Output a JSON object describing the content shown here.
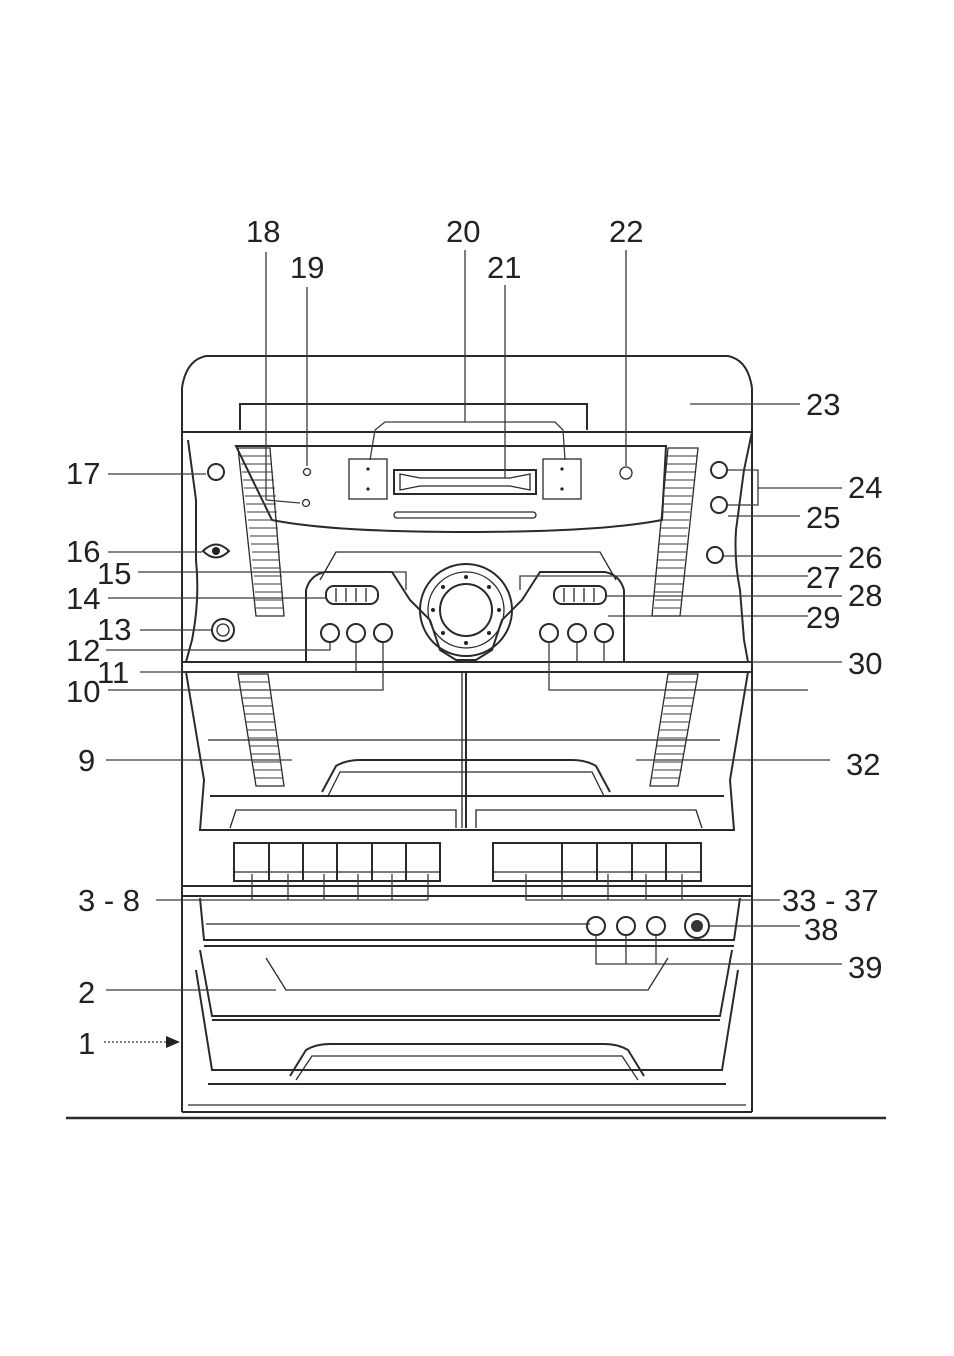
{
  "callouts": [
    {
      "id": "c18",
      "text": "18"
    },
    {
      "id": "c19",
      "text": "19"
    },
    {
      "id": "c20",
      "text": "20"
    },
    {
      "id": "c21",
      "text": "21"
    },
    {
      "id": "c22",
      "text": "22"
    },
    {
      "id": "c23",
      "text": "23"
    },
    {
      "id": "c17",
      "text": "17"
    },
    {
      "id": "c24",
      "text": "24"
    },
    {
      "id": "c25",
      "text": "25"
    },
    {
      "id": "c16",
      "text": "16"
    },
    {
      "id": "c26",
      "text": "26"
    },
    {
      "id": "c15",
      "text": "15"
    },
    {
      "id": "c27",
      "text": "27"
    },
    {
      "id": "c14",
      "text": "14"
    },
    {
      "id": "c28",
      "text": "28"
    },
    {
      "id": "c13",
      "text": "13"
    },
    {
      "id": "c29",
      "text": "29"
    },
    {
      "id": "c12",
      "text": "12"
    },
    {
      "id": "c11",
      "text": "11"
    },
    {
      "id": "c30",
      "text": "30"
    },
    {
      "id": "c10",
      "text": "10"
    },
    {
      "id": "c9",
      "text": "9"
    },
    {
      "id": "c32",
      "text": "32"
    },
    {
      "id": "c3-8",
      "text": "3 - 8"
    },
    {
      "id": "c33-37",
      "text": "33 - 37"
    },
    {
      "id": "c38",
      "text": "38"
    },
    {
      "id": "c39",
      "text": "39"
    },
    {
      "id": "c2",
      "text": "2"
    },
    {
      "id": "c1",
      "text": "1"
    }
  ]
}
